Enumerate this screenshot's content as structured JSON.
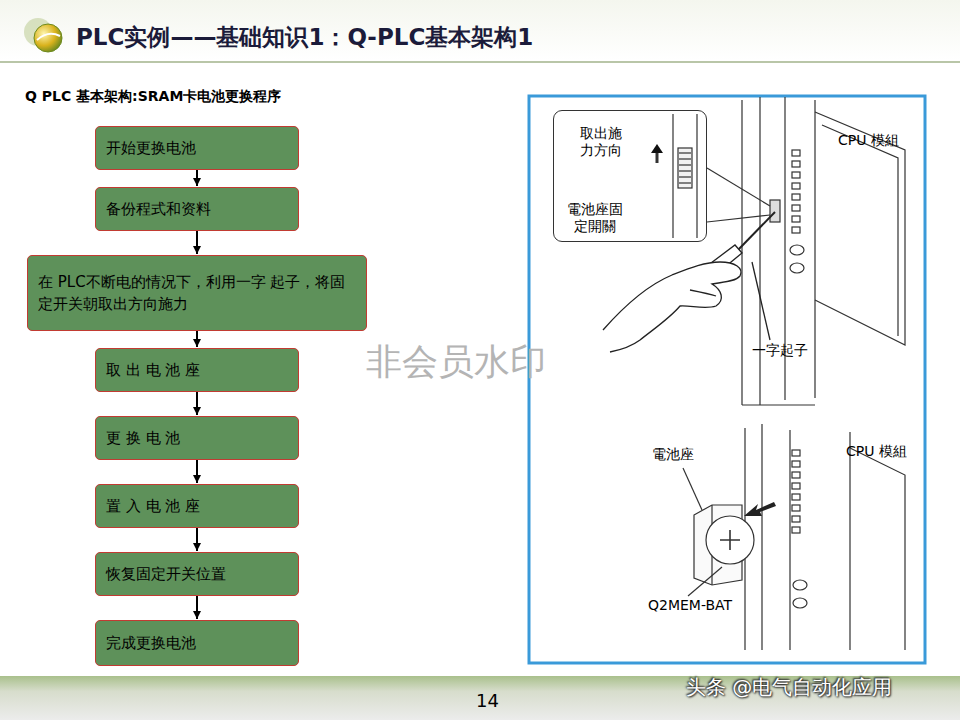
{
  "diagram": {
    "title": "PLC实例——基础知识1：Q-PLC基本架构1",
    "nodes": [
      {
        "text": [
          "开始更换电池"
        ]
      },
      {
        "text": [
          "备份程式和资料"
        ]
      },
      {
        "text": [
          "在 PLC不断电的情况下，利用一字 起子，将固定开关朝取出方向施力"
        ]
      },
      {
        "text": [
          "取 出 电 池 座"
        ]
      },
      {
        "text": [
          "更 换 电 池"
        ]
      },
      {
        "text": [
          "置 入 电 池 座"
        ]
      },
      {
        "text": [
          "恢复固定开关位置"
        ]
      },
      {
        "text": [
          "完成更换电池"
        ]
      },
      {
        "text": [
          "取出施力方向",
          "電池座固定開關"
        ]
      }
    ],
    "edges": [
      {
        "from": 0,
        "to": 1,
        "arrow": "to"
      },
      {
        "from": 1,
        "to": 2,
        "arrow": "to"
      },
      {
        "from": 2,
        "to": 3,
        "arrow": "to"
      },
      {
        "from": 3,
        "to": 4,
        "arrow": "to"
      },
      {
        "from": 4,
        "to": 5,
        "arrow": "to"
      },
      {
        "from": 5,
        "to": 6,
        "arrow": "to"
      },
      {
        "from": 6,
        "to": 7,
        "arrow": "to"
      }
    ],
    "labels": [
      "Q PLC 基本架构:SRAM卡电池更换程序",
      "CPU 模組",
      "一字起子",
      "非会员水印",
      "電池座",
      "CPU 模組",
      "Q2MEM-BAT",
      "14",
      "头条 @电气自动化应用"
    ]
  }
}
